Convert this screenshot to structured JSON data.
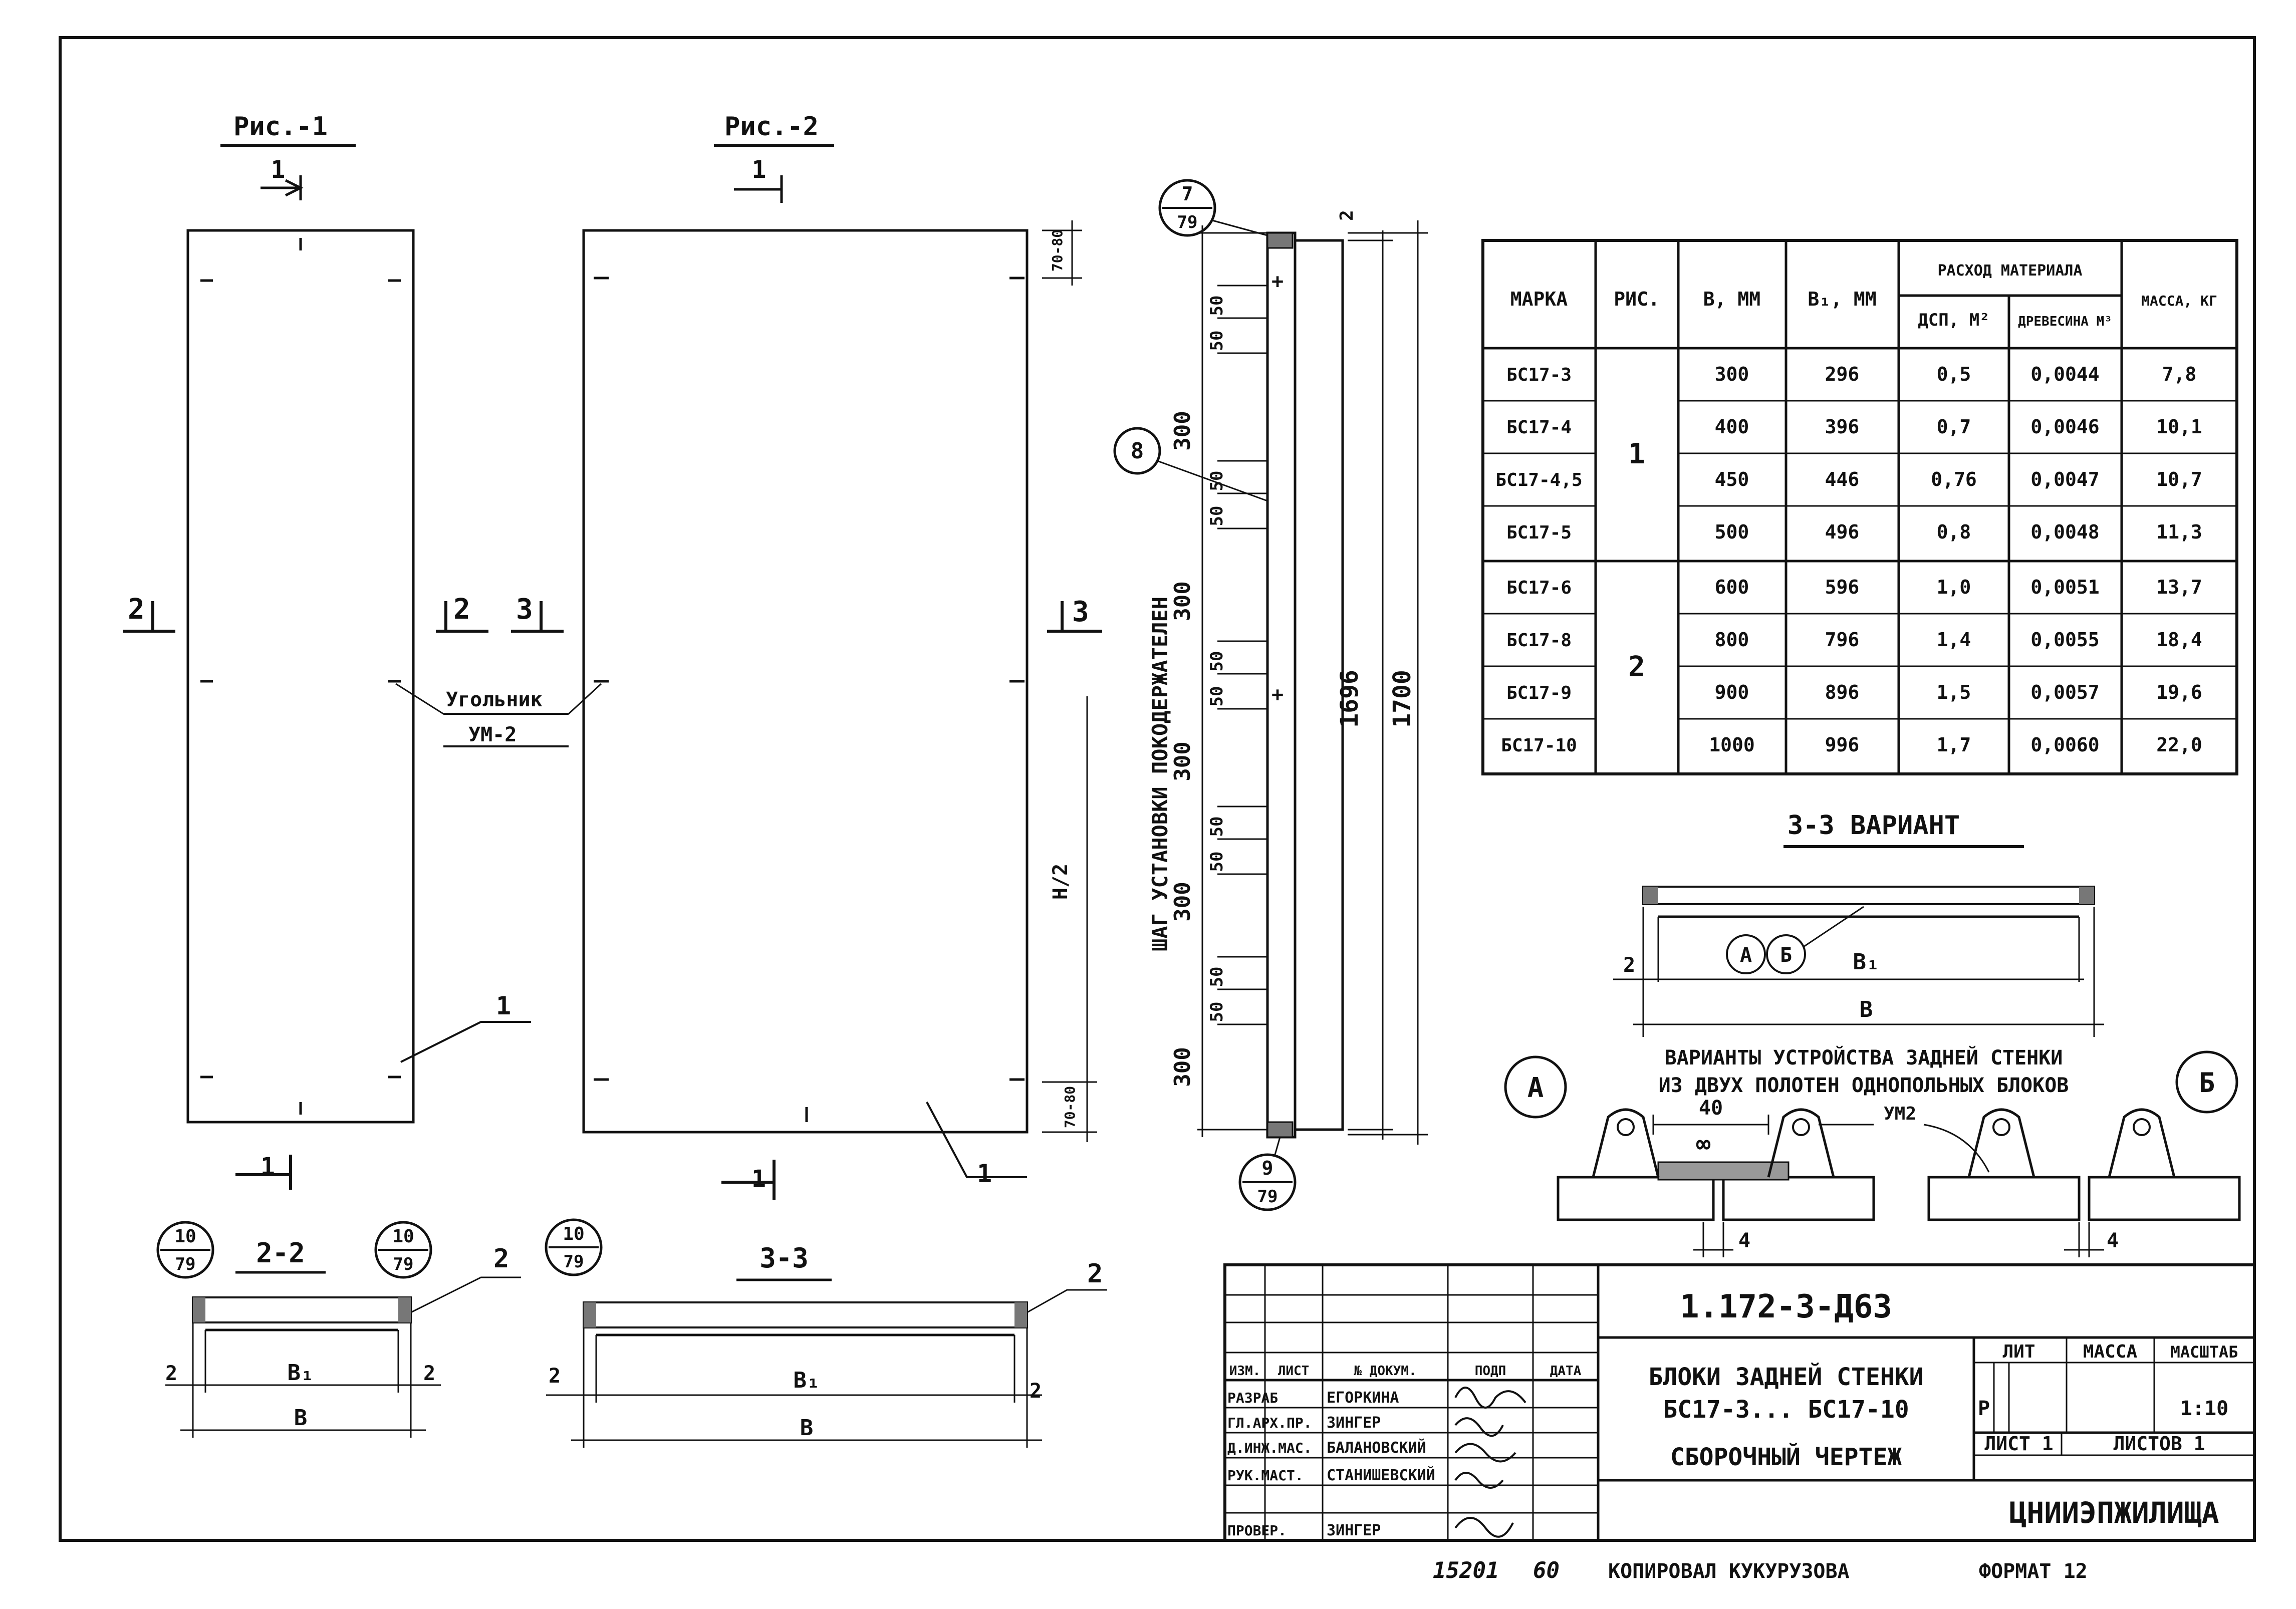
{
  "figures": {
    "fig1": {
      "title": "Рис.-1",
      "cut_top": "1",
      "cut_bottom": "1",
      "cut_left": "2",
      "cut_right": "2",
      "callout": "1"
    },
    "fig2": {
      "title": "Рис.-2",
      "cut_top": "1",
      "cut_bottom": "1",
      "cut_left": "3",
      "cut_right": "3",
      "callout": "1",
      "dim_top": "70-80",
      "dim_bottom": "70-80",
      "dim_mid": "Н/2"
    },
    "angle_label": {
      "line1": "Угольник",
      "line2": "УМ-2"
    }
  },
  "side_view": {
    "ref_top": {
      "num": "7",
      "den": "79"
    },
    "ref_bottom": {
      "num": "9",
      "den": "79"
    },
    "ref_mid": "8",
    "dim_small": "50",
    "dim_step": "300",
    "vertical_label": "ШАГ УСТАНОВКИ ПОКОДЕРЖАТЕЛЕН",
    "dim_inner": "1696",
    "dim_outer": "1700",
    "dim_top_gap": "2"
  },
  "sections": {
    "s22": {
      "title": "2-2",
      "ref_left": {
        "num": "10",
        "den": "79"
      },
      "ref_right": {
        "num": "10",
        "den": "79"
      },
      "callout": "2",
      "dim_left": "2",
      "dim_right": "2",
      "b1": "В₁",
      "b": "В"
    },
    "s33": {
      "title": "3-3",
      "ref": {
        "num": "10",
        "den": "79"
      },
      "callout": "2",
      "dim_left": "2",
      "dim_right": "2",
      "b1": "В₁",
      "b": "В"
    },
    "s33v": {
      "title": "3-3 ВАРИАНТ",
      "mark_a": "А",
      "mark_b": "Б",
      "dim_left": "2",
      "b1": "В₁",
      "b": "В"
    }
  },
  "variants": {
    "title_line1": "ВАРИАНТЫ УСТРОЙСТВА ЗАДНЕЙ СТЕНКИ",
    "title_line2": "ИЗ ДВУХ ПОЛОТЕН ОДНОПОЛЬНЫХ БЛОКОВ",
    "mark_a": "А",
    "mark_b": "Б",
    "dim_40": "40",
    "dim_inf": "∞",
    "label_um2": "УМ2",
    "dim_4a": "4",
    "dim_4b": "4"
  },
  "table": {
    "headers": {
      "marka": "МАРКА",
      "ris": "РИС.",
      "b": "В, ММ",
      "b1": "В₁, ММ",
      "rashod": "РАСХОД МАТЕРИАЛА",
      "dsp": "ДСП, М²",
      "wood": "ДРЕВЕСИНА М³",
      "mass": "МАССА, КГ"
    },
    "groups": [
      "1",
      "2"
    ],
    "rows": [
      [
        "БС17-3",
        "300",
        "296",
        "0,5",
        "0,0044",
        "7,8"
      ],
      [
        "БС17-4",
        "400",
        "396",
        "0,7",
        "0,0046",
        "10,1"
      ],
      [
        "БС17-4,5",
        "450",
        "446",
        "0,76",
        "0,0047",
        "10,7"
      ],
      [
        "БС17-5",
        "500",
        "496",
        "0,8",
        "0,0048",
        "11,3"
      ],
      [
        "БС17-6",
        "600",
        "596",
        "1,0",
        "0,0051",
        "13,7"
      ],
      [
        "БС17-8",
        "800",
        "796",
        "1,4",
        "0,0055",
        "18,4"
      ],
      [
        "БС17-9",
        "900",
        "896",
        "1,5",
        "0,0057",
        "19,6"
      ],
      [
        "БС17-10",
        "1000",
        "996",
        "1,7",
        "0,0060",
        "22,0"
      ]
    ]
  },
  "title_block": {
    "code": "1.172-3-Д63",
    "name_line1": "БЛОКИ ЗАДНЕЙ СТЕНКИ",
    "name_line2": "БС17-3... БС17-10",
    "name_line3": "СБОРОЧНЫЙ ЧЕРТЕЖ",
    "head": [
      "ИЗМ.",
      "ЛИСТ",
      "№ ДОКУМ.",
      "ПОДП",
      "ДАТА"
    ],
    "roles": [
      [
        "РАЗРАБ",
        "ЕГОРКИНА"
      ],
      [
        "ГЛ.АРХ.ПР.",
        "ЗИНГЕР"
      ],
      [
        "Д.ИНЖ.МАС.",
        "БАЛАНОВСКИЙ"
      ],
      [
        "РУК.МАСТ.",
        "СТАНИШЕВСКИЙ"
      ],
      [
        "ПРОВЕР.",
        "ЗИНГЕР"
      ]
    ],
    "lit": "ЛИТ",
    "massa": "МАССА",
    "masshtab": "МАСШТАБ",
    "stage": "Р",
    "scale": "1:10",
    "sheet": "ЛИСТ 1",
    "sheets": "ЛИСТОВ 1",
    "org": "ЦНИИЭПЖИЛИЩА"
  },
  "footer": {
    "inv": "15201",
    "num": "60",
    "copied": "КОПИРОВАЛ КУКУРУЗОВА",
    "format": "ФОРМАТ 12"
  }
}
